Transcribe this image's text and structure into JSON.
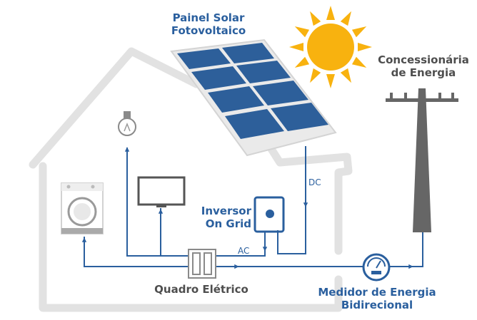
{
  "labels": {
    "solar_panel": [
      "Painel Solar",
      "Fotovoltaico"
    ],
    "utility": [
      "Concessionária",
      "de Energia"
    ],
    "inverter": [
      "Inversor",
      "On Grid"
    ],
    "dc": "DC",
    "ac": "AC",
    "breaker_panel": "Quadro Elétrico",
    "meter": [
      "Medidor de Energia",
      "Bidirecional"
    ]
  },
  "colors": {
    "accent_blue": "#2a5f9e",
    "panel_blue": "#2d5f9a",
    "house_outline": "#e2e2e2",
    "sun": "#f8b20f",
    "gray_text": "#4e4e4e",
    "pole": "#666666"
  },
  "icons": [
    "sun-icon",
    "light-bulb-icon",
    "tv-icon",
    "washing-machine-icon",
    "inverter-icon",
    "breaker-icon",
    "meter-icon",
    "utility-pole-icon"
  ]
}
